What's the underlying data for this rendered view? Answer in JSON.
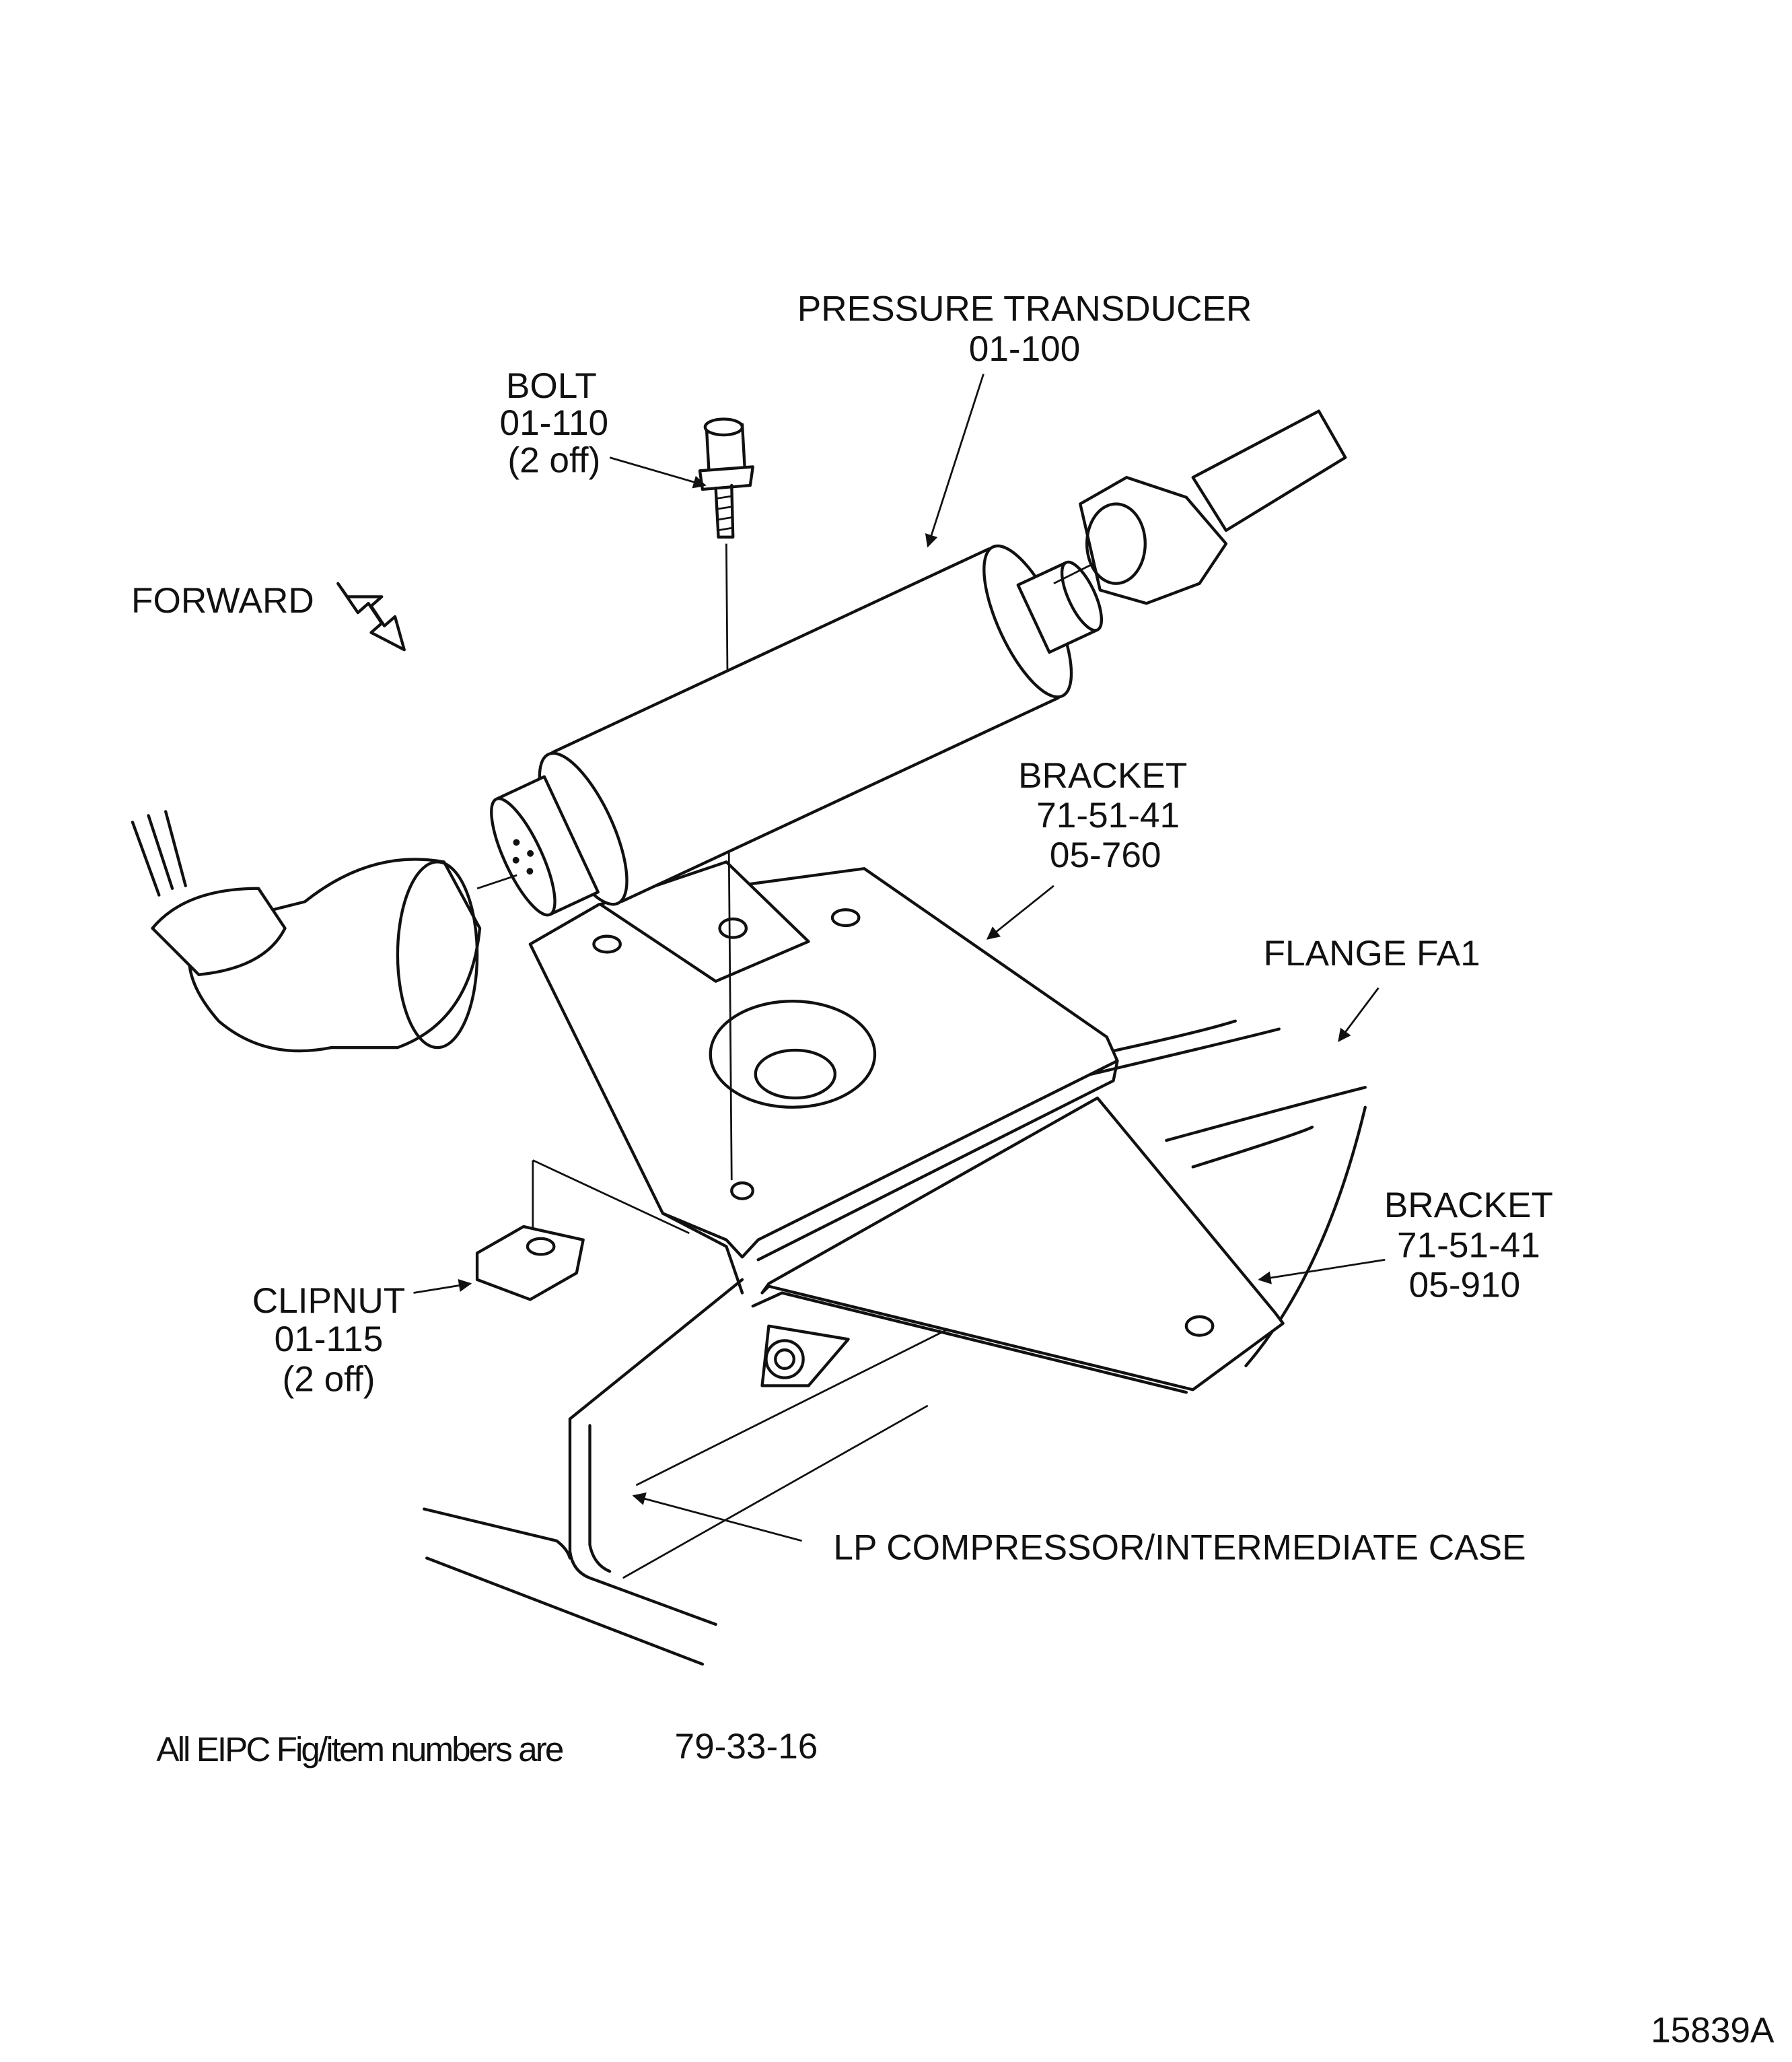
{
  "labels": {
    "transducer": {
      "name": "PRESSURE TRANSDUCER",
      "ref": "01-100"
    },
    "bolt": {
      "name": "BOLT",
      "ref": "01-110",
      "qty": "(2 off)"
    },
    "forward": "FORWARD",
    "bracket_upper": {
      "name": "BRACKET",
      "chapter": "71-51-41",
      "ref": "05-760"
    },
    "flange": "FLANGE FA1",
    "bracket_lower": {
      "name": "BRACKET",
      "chapter": "71-51-41",
      "ref": "05-910"
    },
    "clipnut": {
      "name": "CLIPNUT",
      "ref": "01-115",
      "qty": "(2 off)"
    },
    "case": "LP COMPRESSOR/INTERMEDIATE CASE"
  },
  "footer": {
    "note": "All EIPC Fig/item numbers are",
    "number": "79-33-16"
  },
  "figure_id": "15839A"
}
